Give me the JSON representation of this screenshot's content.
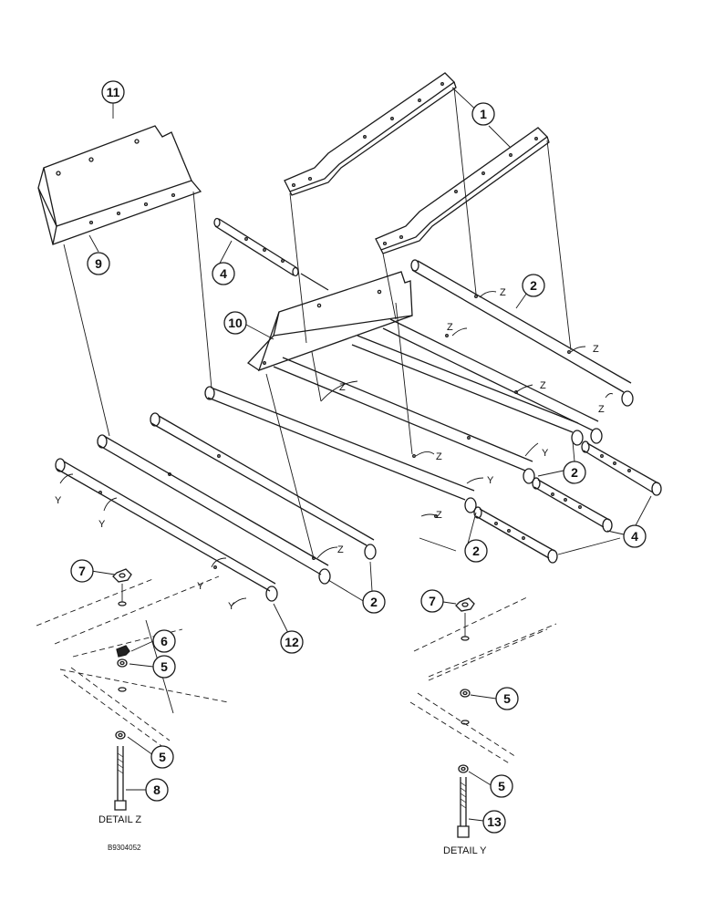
{
  "callouts": {
    "c1": "1",
    "c2a": "2",
    "c2b": "2",
    "c2c": "2",
    "c2d": "2",
    "c4a": "4",
    "c4b": "4",
    "c5a": "5",
    "c5b": "5",
    "c5c": "5",
    "c5d": "5",
    "c6": "6",
    "c7a": "7",
    "c7b": "7",
    "c8": "8",
    "c9": "9",
    "c10": "10",
    "c11": "11",
    "c12": "12",
    "c13": "13"
  },
  "marks": {
    "z": "Z",
    "y": "Y"
  },
  "captions": {
    "detail_z": "DETAIL Z",
    "detail_y": "DETAIL Y",
    "figure_code": "B9304052"
  }
}
